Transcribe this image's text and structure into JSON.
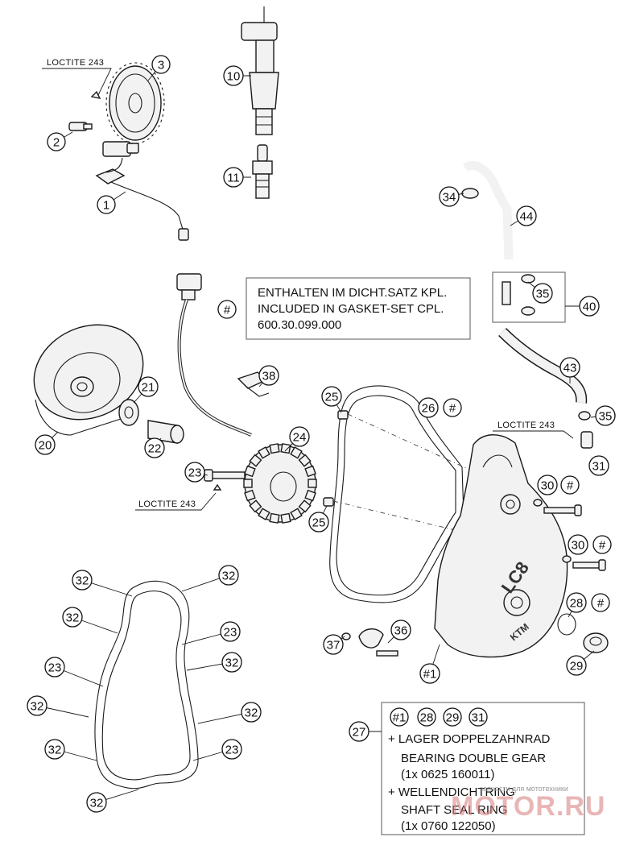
{
  "callouts": [
    {
      "id": "c1",
      "label": "1"
    },
    {
      "id": "c2",
      "label": "2"
    },
    {
      "id": "c3",
      "label": "3"
    },
    {
      "id": "c10",
      "label": "10"
    },
    {
      "id": "c11",
      "label": "11"
    },
    {
      "id": "c20",
      "label": "20"
    },
    {
      "id": "c21",
      "label": "21"
    },
    {
      "id": "c22",
      "label": "22"
    },
    {
      "id": "c23a",
      "label": "23"
    },
    {
      "id": "c24",
      "label": "24"
    },
    {
      "id": "c25a",
      "label": "25"
    },
    {
      "id": "c25b",
      "label": "25"
    },
    {
      "id": "c26",
      "label": "26"
    },
    {
      "id": "c26h",
      "label": "#"
    },
    {
      "id": "c27",
      "label": "27"
    },
    {
      "id": "c28",
      "label": "28"
    },
    {
      "id": "c28h",
      "label": "#"
    },
    {
      "id": "c29",
      "label": "29"
    },
    {
      "id": "c30a",
      "label": "30"
    },
    {
      "id": "c30ah",
      "label": "#"
    },
    {
      "id": "c30b",
      "label": "30"
    },
    {
      "id": "c30bh",
      "label": "#"
    },
    {
      "id": "c31",
      "label": "31"
    },
    {
      "id": "c34",
      "label": "34"
    },
    {
      "id": "c35a",
      "label": "35"
    },
    {
      "id": "c35b",
      "label": "35"
    },
    {
      "id": "c36",
      "label": "36"
    },
    {
      "id": "c37",
      "label": "37"
    },
    {
      "id": "c38",
      "label": "38"
    },
    {
      "id": "c40",
      "label": "40"
    },
    {
      "id": "c43",
      "label": "43"
    },
    {
      "id": "c44",
      "label": "44"
    },
    {
      "id": "cH1",
      "label": "#1"
    },
    {
      "id": "cHash",
      "label": "#"
    },
    {
      "id": "g32a",
      "label": "32"
    },
    {
      "id": "g32b",
      "label": "32"
    },
    {
      "id": "g32c",
      "label": "32"
    },
    {
      "id": "g32d",
      "label": "32"
    },
    {
      "id": "g32e",
      "label": "32"
    },
    {
      "id": "g32f",
      "label": "32"
    },
    {
      "id": "g32g",
      "label": "32"
    },
    {
      "id": "g32h",
      "label": "32"
    },
    {
      "id": "g23a",
      "label": "23"
    },
    {
      "id": "g23b",
      "label": "23"
    },
    {
      "id": "g23c",
      "label": "23"
    },
    {
      "id": "b1",
      "label": "#1"
    },
    {
      "id": "b28",
      "label": "28"
    },
    {
      "id": "b29",
      "label": "29"
    },
    {
      "id": "b31",
      "label": "31"
    }
  ],
  "loctite_labels": [
    {
      "id": "l1",
      "text": "LOCTITE 243"
    },
    {
      "id": "l2",
      "text": "LOCTITE 243"
    },
    {
      "id": "l3",
      "text": "LOCTITE 243"
    }
  ],
  "gasket_note": {
    "line1": "ENTHALTEN IM DICHT.SATZ KPL.",
    "line2": "INCLUDED IN GASKET-SET CPL.",
    "line3": "600.30.099.000"
  },
  "kit_note": {
    "line1": "+ LAGER DOPPELZAHNRAD",
    "line2": "BEARING DOUBLE GEAR",
    "line3": "(1x 0625 160011)",
    "line4": "+ WELLENDICHTRING",
    "line5": "SHAFT SEAL RING",
    "line6": "(1x 0760 122050)"
  },
  "cover_logo": "LC8",
  "cover_brand": "KTM",
  "watermark": {
    "small": "запчасти для мототехники",
    "large": "MOTOR.RU"
  }
}
